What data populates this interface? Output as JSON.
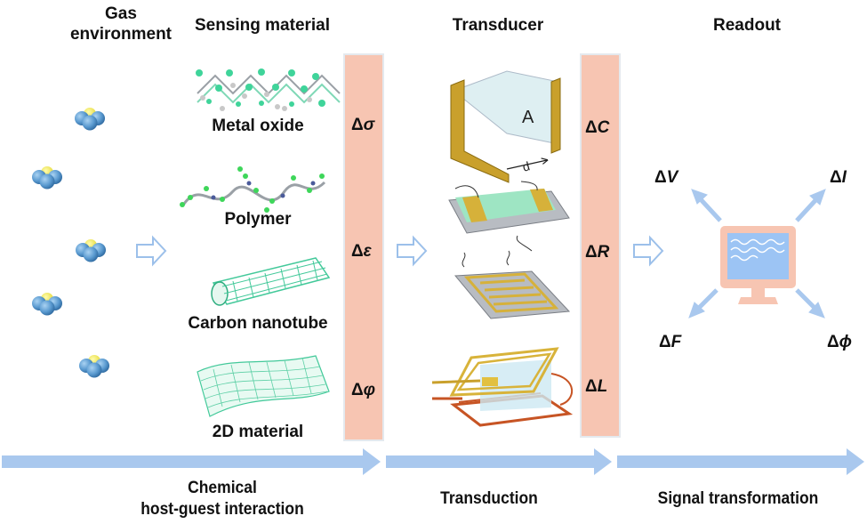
{
  "columns": {
    "gas": {
      "title_line1": "Gas",
      "title_line2": "environment"
    },
    "sensing": {
      "title": "Sensing material"
    },
    "transducer": {
      "title": "Transducer"
    },
    "readout": {
      "title": "Readout"
    }
  },
  "materials": [
    {
      "label": "Metal oxide",
      "icon": "metal-oxide-structure"
    },
    {
      "label": "Polymer",
      "icon": "polymer-chain"
    },
    {
      "label": "Carbon nanotube",
      "icon": "carbon-nanotube"
    },
    {
      "label": "2D material",
      "icon": "2d-material-sheet"
    }
  ],
  "sensing_bar_symbols": [
    {
      "delta": "Δ",
      "var": "σ"
    },
    {
      "delta": "Δ",
      "var": "ε"
    },
    {
      "delta": "Δ",
      "var": "φ"
    }
  ],
  "transducer_bar_symbols": [
    {
      "delta": "Δ",
      "var": "C"
    },
    {
      "delta": "Δ",
      "var": "R"
    },
    {
      "delta": "Δ",
      "var": "L"
    }
  ],
  "transducers": [
    {
      "icon": "capacitor-plates",
      "plate_label": "A",
      "gap_label": "d"
    },
    {
      "icon": "resistive-sensor-film"
    },
    {
      "icon": "interdigitated-electrode-sensor"
    },
    {
      "icon": "inductive-coil-sensor"
    }
  ],
  "readout_outputs": [
    {
      "delta": "Δ",
      "var": "V",
      "position": "top-left"
    },
    {
      "delta": "Δ",
      "var": "I",
      "position": "top-right"
    },
    {
      "delta": "Δ",
      "var": "F",
      "position": "bottom-left"
    },
    {
      "delta": "Δ",
      "var": "ϕ",
      "position": "bottom-right"
    }
  ],
  "stages": [
    {
      "line1": "Chemical",
      "line2": "host-guest interaction"
    },
    {
      "line1": "Transduction"
    },
    {
      "line1": "Signal transformation"
    }
  ],
  "colors": {
    "bar_fill": "#f7c5b2",
    "arrow_blue": "#a9c8ee",
    "monitor": "#f7c5b2",
    "screen": "#9cc4f4",
    "gold": "#d9b43a",
    "molecule_blue": "#5a9ad0",
    "molecule_yellow": "#f0e84a"
  }
}
